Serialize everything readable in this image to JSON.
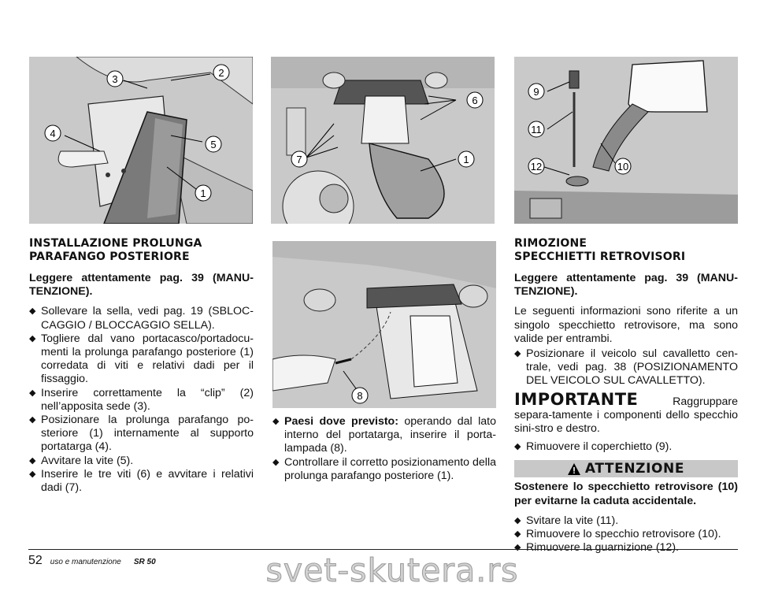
{
  "col1": {
    "heading": [
      "INSTALLAZIONE PROLUNGA",
      "PARAFANGO POSTERIORE"
    ],
    "lead": "Leggere attentamente pag. 39 (MANU-TENZIONE).",
    "items": [
      "Sollevare la sella, vedi pag. 19 (SBLOC-CAGGIO / BLOCCAGGIO SELLA).",
      "Togliere dal vano portacasco/portadocu-menti la prolunga parafango posteriore (1) corredata di viti e relativi dadi per il fissaggio.",
      "Inserire correttamente la “clip” (2) nell’apposita sede (3).",
      "Posizionare la prolunga parafango po-steriore (1) internamente al supporto portatarga (4).",
      "Avvitare la vite (5).",
      "Inserire le tre viti (6) e avvitare i relativi dadi (7)."
    ]
  },
  "col2": {
    "items": [
      {
        "bold": "Paesi dove previsto:",
        "text": " operando dal lato interno del portatarga, inserire il porta-lampada (8)."
      },
      {
        "bold": "",
        "text": "Controllare il corretto posizionamento della prolunga parafango posteriore (1)."
      }
    ]
  },
  "col3": {
    "heading": [
      "RIMOZIONE",
      "SPECCHIETTI RETROVISORI"
    ],
    "lead": "Leggere attentamente pag. 39 (MANU-TENZIONE).",
    "intro": "Le seguenti informazioni sono riferite a un singolo specchietto retrovisore, ma sono valide per entrambi.",
    "items1": [
      "Posizionare il veicolo sul cavalletto cen-trale, vedi pag. 38 (POSIZIONAMENTO DEL VEICOLO SUL CAVALLETTO)."
    ],
    "importante_label": "IMPORTANTE",
    "importante_text": " Raggruppare separa-tamente i componenti dello specchio sini-stro e destro.",
    "items2": [
      "Rimuovere il coperchietto (9)."
    ],
    "attenzione_label": "ATTENZIONE",
    "attenzione_text": "Sostenere lo specchietto retrovisore (10) per evitarne la caduta accidentale.",
    "items3": [
      "Svitare la vite (11).",
      "Rimuovere lo specchio retrovisore (10).",
      "Rimuovere la guarnizione (12)."
    ]
  },
  "figures": {
    "fig1_labels": [
      "3",
      "2",
      "4",
      "5",
      "1"
    ],
    "fig2_labels": [
      "6",
      "7",
      "1"
    ],
    "fig3_labels": [
      "8"
    ],
    "fig4_labels": [
      "9",
      "11",
      "12",
      "10"
    ]
  },
  "footer": {
    "page_number": "52",
    "title": "uso e manutenzione",
    "model": "SR 50"
  },
  "watermark": "svet-skutera.rs"
}
